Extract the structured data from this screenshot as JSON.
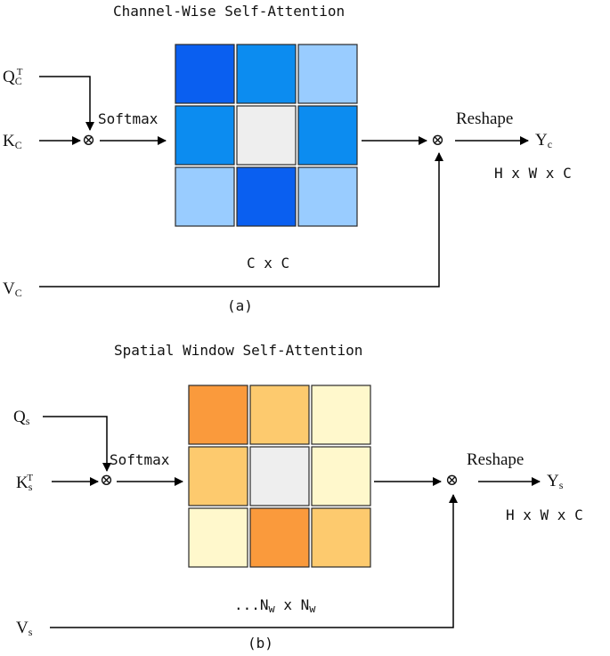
{
  "colors": {
    "blue_dark": "#0a5ff0",
    "blue_mid": "#0c8cf0",
    "blue_light": "#99ccff",
    "center_gray": "#eeeeee",
    "orange_dark": "#fa9a3c",
    "orange_mid": "#fdca6e",
    "orange_light": "#fff8cc"
  },
  "panel_a": {
    "title": "Channel-Wise Self-Attention",
    "q_main": "Q",
    "q_sub": "C",
    "q_sup": "T",
    "k_main": "K",
    "k_sub": "C",
    "v_main": "V",
    "v_sub": "C",
    "mult_symbol": "⊗",
    "softmax": "Softmax",
    "reshape": "Reshape",
    "y_main": "Y",
    "y_sub": "c",
    "dims": "H x W x C",
    "matrix_label": "C x C",
    "caption": "(a)",
    "matrix_colors": [
      [
        "blue_dark",
        "blue_mid",
        "blue_light"
      ],
      [
        "blue_mid",
        "center_gray",
        "blue_mid"
      ],
      [
        "blue_light",
        "blue_dark",
        "blue_light"
      ]
    ]
  },
  "panel_b": {
    "title": "Spatial Window Self-Attention",
    "q_main": "Q",
    "q_sub": "s",
    "k_main": "K",
    "k_sub": "s",
    "k_sup": "T",
    "v_main": "V",
    "v_sub": "s",
    "mult_symbol": "⊗",
    "softmax": "Softmax",
    "reshape": "Reshape",
    "y_main": "Y",
    "y_sub": "s",
    "dims": "H x W x C",
    "matrix_prefix": "...N",
    "matrix_sub1": "w",
    "matrix_mid": " x N",
    "matrix_sub2": "w",
    "caption": "(b)",
    "matrix_colors": [
      [
        "orange_dark",
        "orange_mid",
        "orange_light"
      ],
      [
        "orange_mid",
        "center_gray",
        "orange_light"
      ],
      [
        "orange_light",
        "orange_dark",
        "orange_mid"
      ]
    ]
  }
}
